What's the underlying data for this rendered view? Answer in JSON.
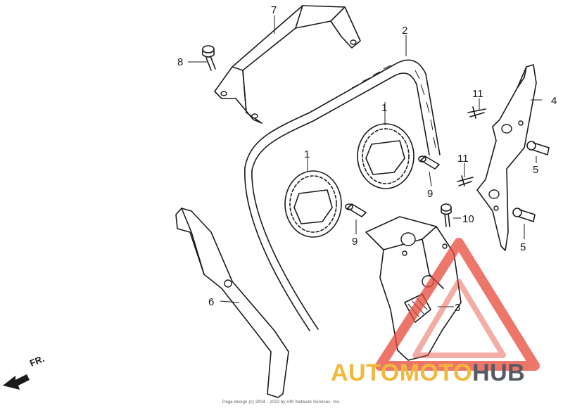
{
  "callouts": {
    "c1a": "1",
    "c1b": "1",
    "c2": "2",
    "c3": "3",
    "c4": "4",
    "c5a": "5",
    "c5b": "5",
    "c6": "6",
    "c7": "7",
    "c8": "8",
    "c9a": "9",
    "c9b": "9",
    "c10": "10",
    "c11a": "11",
    "c11b": "11"
  },
  "direction_label": "FR.",
  "copyright": "Page design (c) 2004 - 2022 by ARI Network Services, Inc.",
  "watermark": {
    "part1": "AUTOMOTO",
    "part2": "HUB",
    "colors": {
      "primary": "#f2b83a",
      "secondary": "#555a63",
      "logo": "#e8493a"
    }
  },
  "icons": {
    "direction": "front-arrow-icon",
    "logo": "triangle-logo-icon"
  }
}
